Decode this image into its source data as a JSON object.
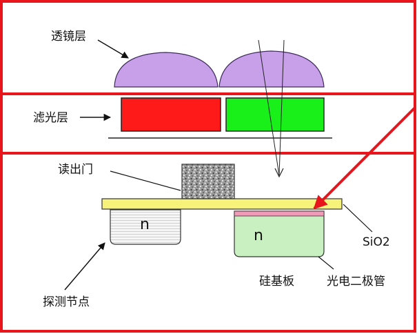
{
  "labels": {
    "lens_layer": "透镜层",
    "filter_layer": "滤光层",
    "readout_gate": "读出门",
    "sio2": "SiO2",
    "n_left": "n",
    "n_right": "n",
    "substrate": "硅基板",
    "photodiode": "光电二极管",
    "sense_node": "探测节点"
  },
  "colors": {
    "frame": "#e8161c",
    "lens": "#c8a0ea",
    "red_filter": "#ff1a1a",
    "green_filter": "#19f019",
    "sio2": "#f7f27a",
    "gate": "#8a8a8a",
    "diode_region": "#c9f0c0",
    "diode_top": "#f29ab8",
    "sense_region": "#f4f4f4",
    "incident_ray": "#e8161c"
  }
}
